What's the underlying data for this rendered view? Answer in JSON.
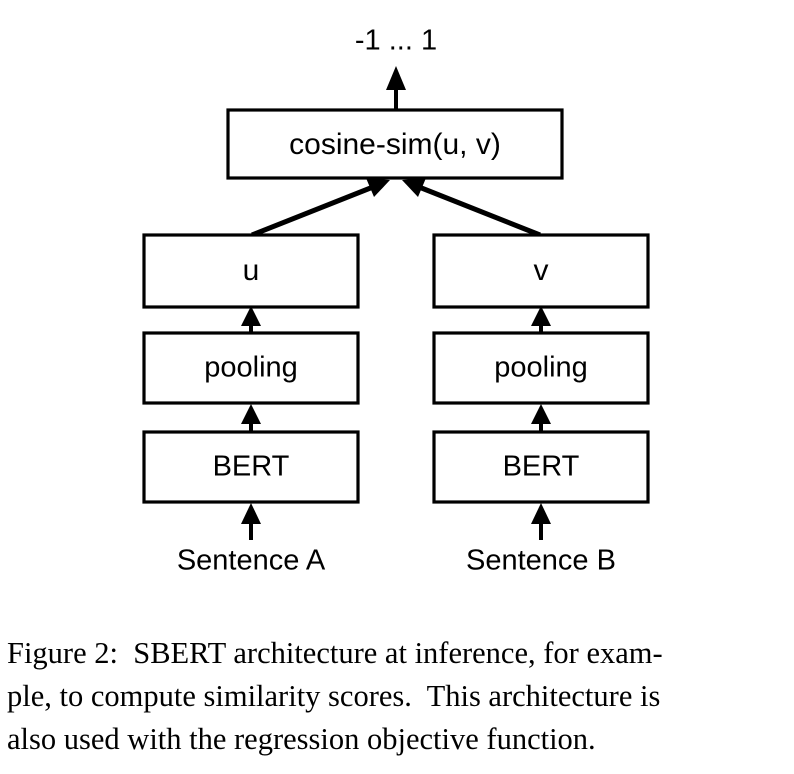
{
  "figure": {
    "id": "figure-2",
    "output_label": "-1 ... 1",
    "nodes": {
      "cosine_sim": "cosine-sim(u, v)",
      "left_embedding": "u",
      "right_embedding": "v",
      "left_pooling": "pooling",
      "right_pooling": "pooling",
      "left_encoder": "BERT",
      "right_encoder": "BERT",
      "left_input": "Sentence A",
      "right_input": "Sentence B"
    },
    "colors": {
      "stroke": "#000000",
      "fill": "#ffffff",
      "text": "#000000",
      "background": "#ffffff"
    },
    "caption": {
      "line1": "Figure 2:  SBERT architecture at inference, for exam-",
      "line2": "ple, to compute similarity scores.  This architecture is",
      "line3": "also used with the regression objective function."
    }
  }
}
